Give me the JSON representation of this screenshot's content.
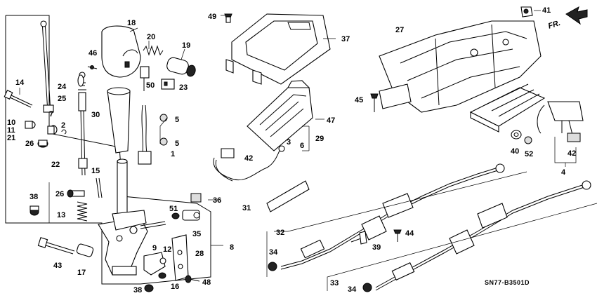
{
  "diagram": {
    "code": "SN77-B3501D",
    "direction": "FR.",
    "callouts": {
      "c1": "1",
      "c3": "3",
      "c4": "4",
      "c5a": "5",
      "c5b": "5",
      "c6": "6",
      "c7": "7",
      "c8": "8",
      "c9": "9",
      "c10": "10",
      "c11": "11",
      "c12": "12",
      "c13": "13",
      "c14": "14",
      "c15": "15",
      "c16": "16",
      "c17": "17",
      "c18": "18",
      "c19": "19",
      "c20": "20",
      "c21": "21",
      "c22": "22",
      "c23": "23",
      "c24": "24",
      "c25": "25",
      "c26a": "26",
      "c26b": "26",
      "c27": "27",
      "c28": "28",
      "c29": "29",
      "c30": "30",
      "c31": "31",
      "c32": "32",
      "c33": "33",
      "c34a": "34",
      "c34b": "34",
      "c35": "35",
      "c36": "36",
      "c37": "37",
      "c38a": "38",
      "c38b": "38",
      "c39": "39",
      "c40": "40",
      "c41": "41",
      "c42a": "42",
      "c42b": "42",
      "c43": "43",
      "c44": "44",
      "c45": "45",
      "c46": "46",
      "c47": "47",
      "c48": "48",
      "c49": "49",
      "c50": "50",
      "c51": "51",
      "c52": "52",
      "c2": "2"
    }
  }
}
